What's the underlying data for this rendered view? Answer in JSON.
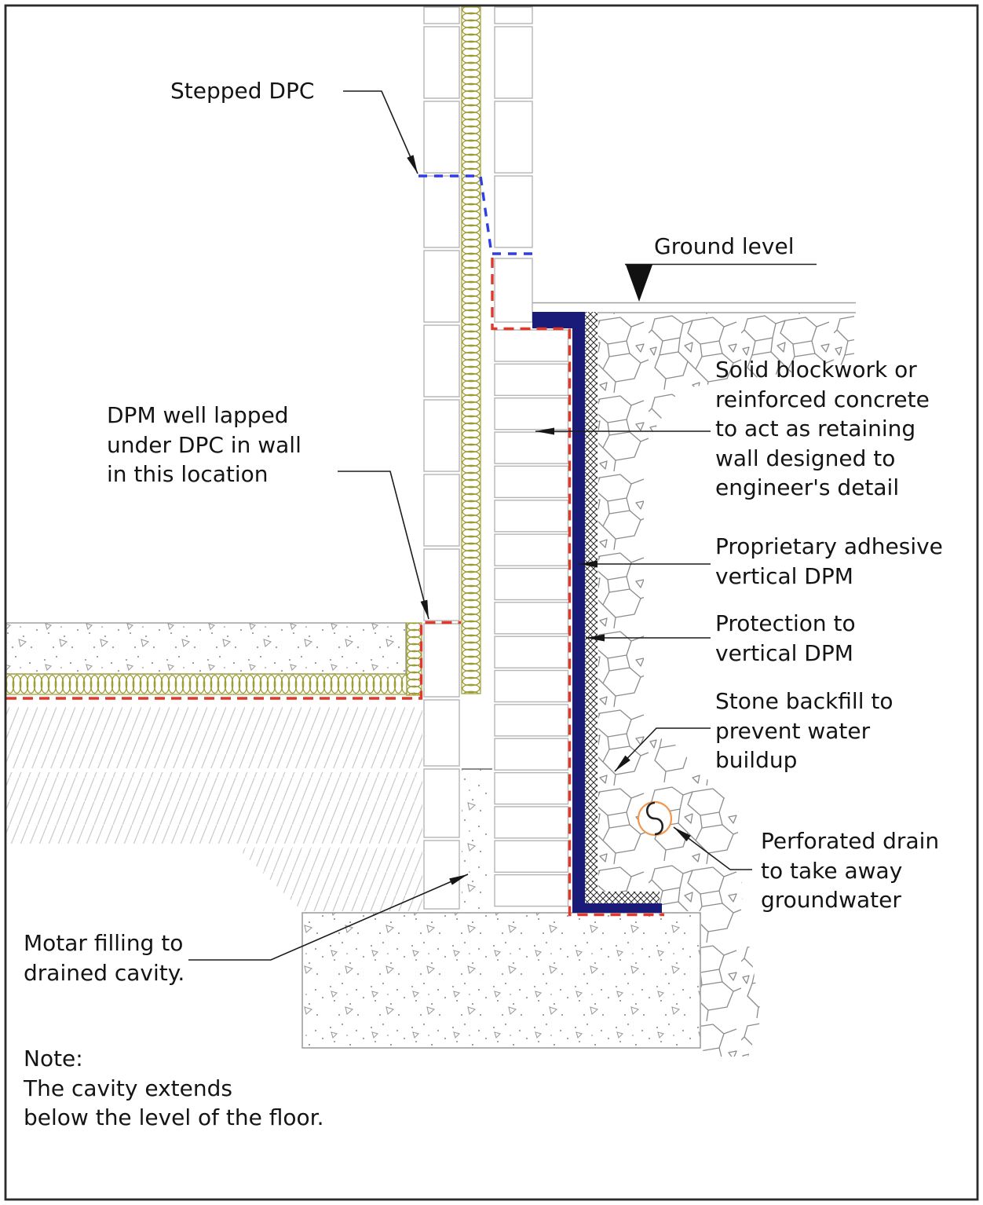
{
  "drawing": {
    "labels": {
      "stepped_dpc": "Stepped DPC",
      "ground_level": "Ground level",
      "solid_blockwork": "Solid blockwork or\nreinforced concrete\nto act as retaining\nwall designed to\nengineer's detail",
      "proprietary_dpm": "Proprietary adhesive\nvertical DPM",
      "protection_dpm": "Protection to\nvertical DPM",
      "stone_backfill": "Stone backfill to\nprevent water\nbuildup",
      "perforated_drain": "Perforated drain\nto take away\ngroundwater",
      "dpm_lapped": "DPM well lapped\nunder DPC in wall\nin this location",
      "mortar_filling": "Motar filling to\ndrained cavity.",
      "note": "Note:\nThe cavity extends\nbelow the level of the floor."
    },
    "colors": {
      "dpm_membrane_navy": "#1a1a78",
      "dpm_red_dashed": "#e2372b",
      "dpc_blue_dashed": "#2e3fe3",
      "insulation_olive": "#9c9c34",
      "drain_orange": "#ef9750",
      "text": "#141414"
    }
  }
}
